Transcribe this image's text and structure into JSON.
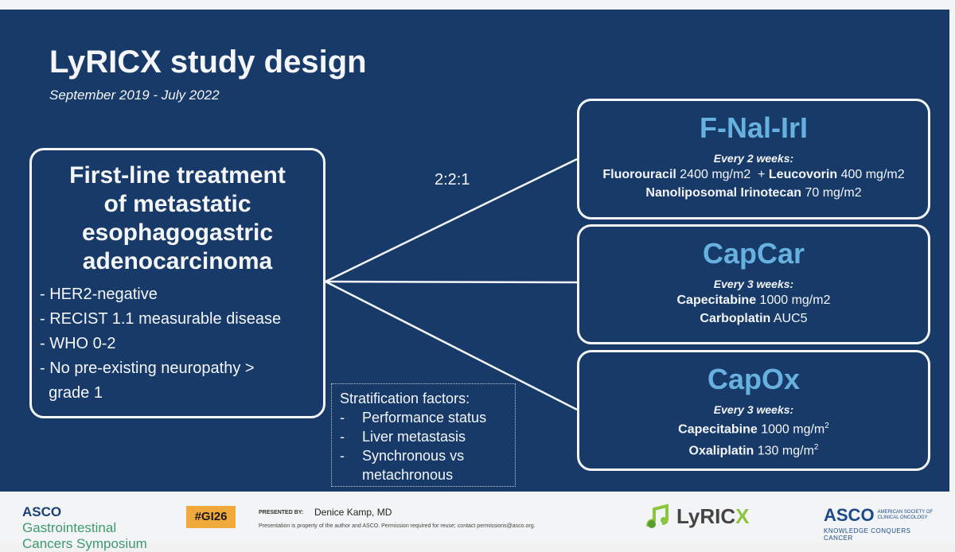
{
  "title": "LyRICX study design",
  "subtitle": "September 2019 - July 2022",
  "ratio": "2:2:1",
  "population": {
    "heading_lines": [
      "First-line treatment",
      "of metastatic",
      "esophagogastric",
      "adenocarcinoma"
    ],
    "criteria": [
      "- HER2-negative",
      "- RECIST 1.1 measurable disease",
      "- WHO 0-2",
      "- No pre-existing neuropathy >",
      "  grade 1"
    ]
  },
  "arms": [
    {
      "name": "F-Nal-IrI",
      "frequency": "Every 2 weeks:",
      "line1": {
        "drug": "Fluorouracil",
        "dose": " 2400 mg/m2  + ",
        "drug2": "Leucovorin",
        "dose2": " 400 mg/m2"
      },
      "line2": {
        "drug": "Nanoliposomal Irinotecan",
        "dose": " 70 mg/m2"
      }
    },
    {
      "name": "CapCar",
      "frequency": "Every 3 weeks:",
      "line1": {
        "drug": "Capecitabine",
        "dose": " 1000 mg/m2"
      },
      "line2": {
        "drug": "Carboplatin",
        "dose": " AUC5"
      }
    },
    {
      "name": "CapOx",
      "frequency": "Every 3 weeks:",
      "line1": {
        "drug": "Capecitabine",
        "dose": " 1000 mg/m",
        "sup": "2"
      },
      "line2": {
        "drug": "Oxaliplatin",
        "dose": " 130 mg/m",
        "sup": "2"
      }
    }
  ],
  "stratification": {
    "title": "Stratification factors:",
    "items": [
      "Performance status",
      "Liver metastasis",
      "Synchronous vs",
      "metachronous"
    ],
    "dash": "-"
  },
  "footer": {
    "asco_left_1": "ASCO",
    "asco_left_1b": "Gastrointestinal",
    "asco_left_2": "Cancers Symposium",
    "hashtag": "#GI26",
    "presented_by": "PRESENTED BY:",
    "presenter": "Denice Kamp, MD",
    "disclaimer": "Presentation is property of the author and ASCO. Permission required for reuse; contact permissions@asco.org.",
    "lyricx_logo": "LyRIC",
    "lyricx_logo_x": "X",
    "asco_right": "ASCO",
    "asco_right_small_1": "AMERICAN SOCIETY OF",
    "asco_right_small_2": "CLINICAL ONCOLOGY",
    "asco_right_tagline": "KNOWLEDGE CONQUERS CANCER"
  },
  "colors": {
    "background": "#183a68",
    "arm_name": "#66b1df",
    "hashtag_bg": "#f0a93b",
    "logo_green": "#8cc63f"
  }
}
